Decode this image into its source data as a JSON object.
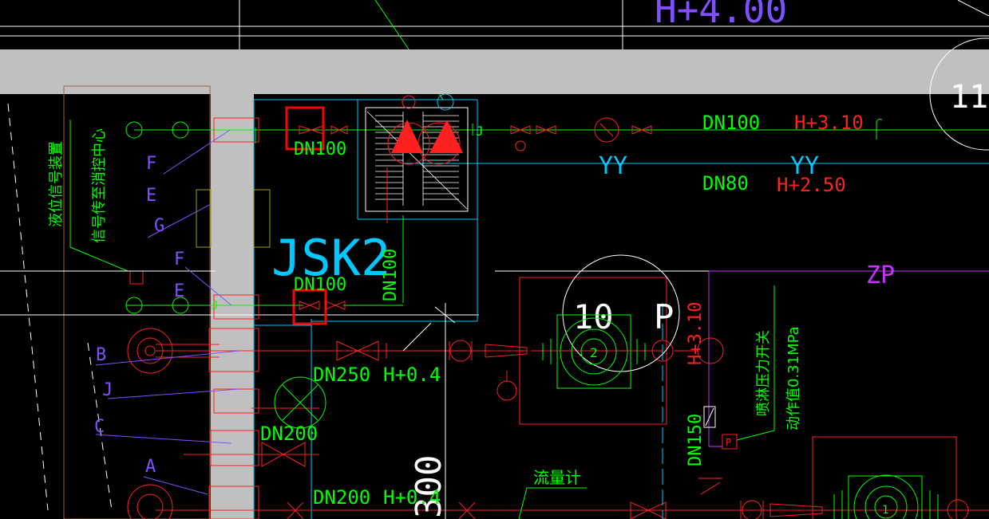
{
  "drawing": {
    "labels": {
      "top_elevation": "H+4.00",
      "top_right_mark": "11-",
      "pipe_dn100_top": "DN100",
      "elev_h310_top": "H+3.10",
      "pipe_dn80": "DN80",
      "elev_h250": "H+2.50",
      "yy_left": "YY",
      "yy_right": "YY",
      "valve_dn100_a": "DN100",
      "valve_dn100_b": "DN100",
      "tank_name": "JSK2",
      "riser_dn100": "DN100",
      "zp_label": "ZP",
      "pump_room_label": "10  P",
      "elev_h310_vertical": "H+3.10",
      "pipe_dn250": "DN250",
      "elev_h04_a": "H+0.4",
      "pipe_dn200_a": "DN200",
      "pipe_dn200_b": "DN200",
      "elev_h04_b": "H+0.4",
      "pipe_dn150": "DN150",
      "dim_300": "300",
      "flowmeter": "流量计",
      "signal_note_line1": "液位信号装置",
      "signal_note_line2": "信号传至消控中心",
      "pressure_switch_line1": "喷淋压力开关",
      "pressure_switch_line2": "动作值0.31MPa",
      "pipe_F_top": "F",
      "pipe_E_top": "E",
      "pipe_G": "G",
      "pipe_F_mid": "F",
      "pipe_E_mid": "E",
      "pipe_B": "B",
      "pipe_J": "J",
      "pipe_C": "C",
      "pipe_A": "A",
      "pipe_J_small": "J",
      "pipe_J_small2": "J",
      "pressure_P": "P",
      "pump_number": "2",
      "pump_number_b": "1"
    },
    "colors": {
      "background": "#000000",
      "wall": "#c0c0c0",
      "pipe_green": "#00ff00",
      "pipe_red": "#ff2020",
      "pipe_cyan": "#00c8ff",
      "pipe_magenta": "#c832ff",
      "label_purple": "#8050ff",
      "highlight": "#ff0000",
      "white_line": "#ffffff"
    }
  }
}
